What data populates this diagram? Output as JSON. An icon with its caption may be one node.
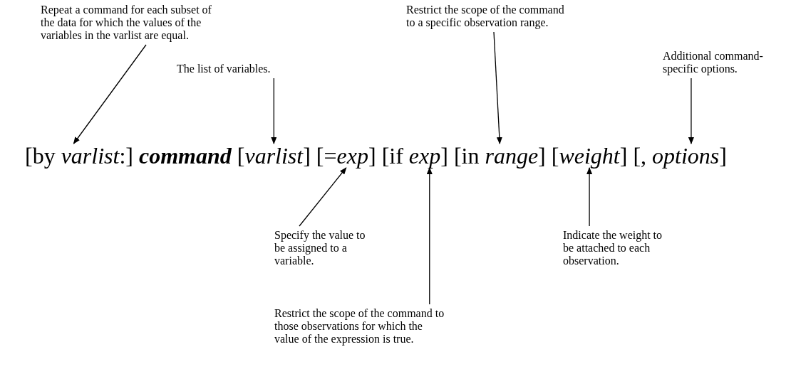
{
  "diagram": {
    "nodes": [
      {
        "text": [
          "Repeat a command for each subset of the data for which the values of the variables in the varlist are equal."
        ]
      },
      {
        "text": [
          "The list of variables."
        ]
      },
      {
        "text": [
          "Restrict the scope of the command to a specific observation range."
        ]
      },
      {
        "text": [
          "Additional command-specific options."
        ]
      },
      {
        "text": [
          "[by *varlist*:]"
        ]
      },
      {
        "text": [
          "command"
        ]
      },
      {
        "text": [
          "[*varlist*]"
        ]
      },
      {
        "text": [
          "[=*exp*]"
        ]
      },
      {
        "text": [
          "[if *exp*]"
        ]
      },
      {
        "text": [
          "[in *range*]"
        ]
      },
      {
        "text": [
          "[*weight*]"
        ]
      },
      {
        "text": [
          "[, *options*]"
        ]
      },
      {
        "text": [
          "Specify the value to be assigned to a variable."
        ]
      },
      {
        "text": [
          "Indicate the weight to be attached to each observation."
        ]
      },
      {
        "text": [
          "Restrict the scope of the command to those observations for which the value of the expression is true."
        ]
      }
    ],
    "edges": [
      {
        "from": 0,
        "to": 4,
        "arrow": "to"
      },
      {
        "from": 1,
        "to": 6,
        "arrow": "to"
      },
      {
        "from": 2,
        "to": 9,
        "arrow": "to"
      },
      {
        "from": 3,
        "to": 11,
        "arrow": "to"
      },
      {
        "from": 12,
        "to": 7,
        "arrow": "to"
      },
      {
        "from": 14,
        "to": 8,
        "arrow": "to"
      },
      {
        "from": 13,
        "to": 10,
        "arrow": "to"
      }
    ]
  }
}
